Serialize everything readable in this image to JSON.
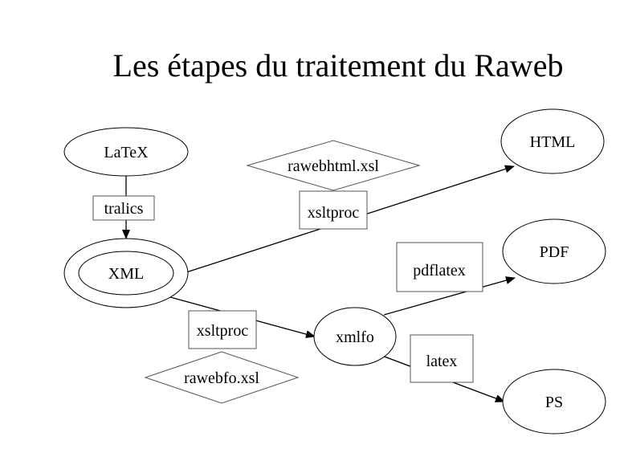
{
  "title": "Les étapes du traitement du Raweb",
  "nodes": {
    "latex": "LaTeX",
    "xml": "XML",
    "xmlfo": "xmlfo",
    "html": "HTML",
    "pdf": "PDF",
    "ps": "PS"
  },
  "labels": {
    "tralics": "tralics",
    "xsltproc_html": "xsltproc",
    "rawebhtml_xsl": "rawebhtml.xsl",
    "pdflatex": "pdflatex",
    "xsltproc_fo": "xsltproc",
    "rawebfo_xsl": "rawebfo.xsl",
    "latex": "latex"
  }
}
